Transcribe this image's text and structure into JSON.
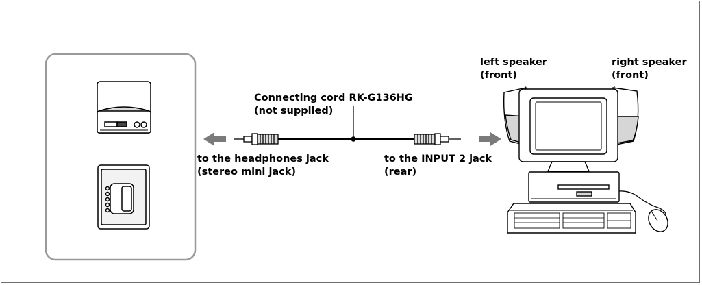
{
  "labels": {
    "cord_line1": "Connecting cord RK-G136HG",
    "cord_line2": "(not supplied)",
    "headphones_line1": "to the headphones jack",
    "headphones_line2": "(stereo mini jack)",
    "input_line1": "to the INPUT 2 jack",
    "input_line2": "(rear)",
    "left_speaker_line1": "left speaker",
    "left_speaker_line2": "(front)",
    "right_speaker_line1": "right speaker",
    "right_speaker_line2": "(front)"
  },
  "colors": {
    "arrow": "#7a7a7a",
    "panel_border": "#9a9a9a",
    "line": "#000000",
    "shade": "#d6d6d6"
  },
  "icons": [
    "cd-player-icon",
    "cassette-player-icon",
    "plug-icon",
    "arrow-left-icon",
    "arrow-right-icon",
    "computer-with-speakers-icon",
    "mouse-icon"
  ]
}
